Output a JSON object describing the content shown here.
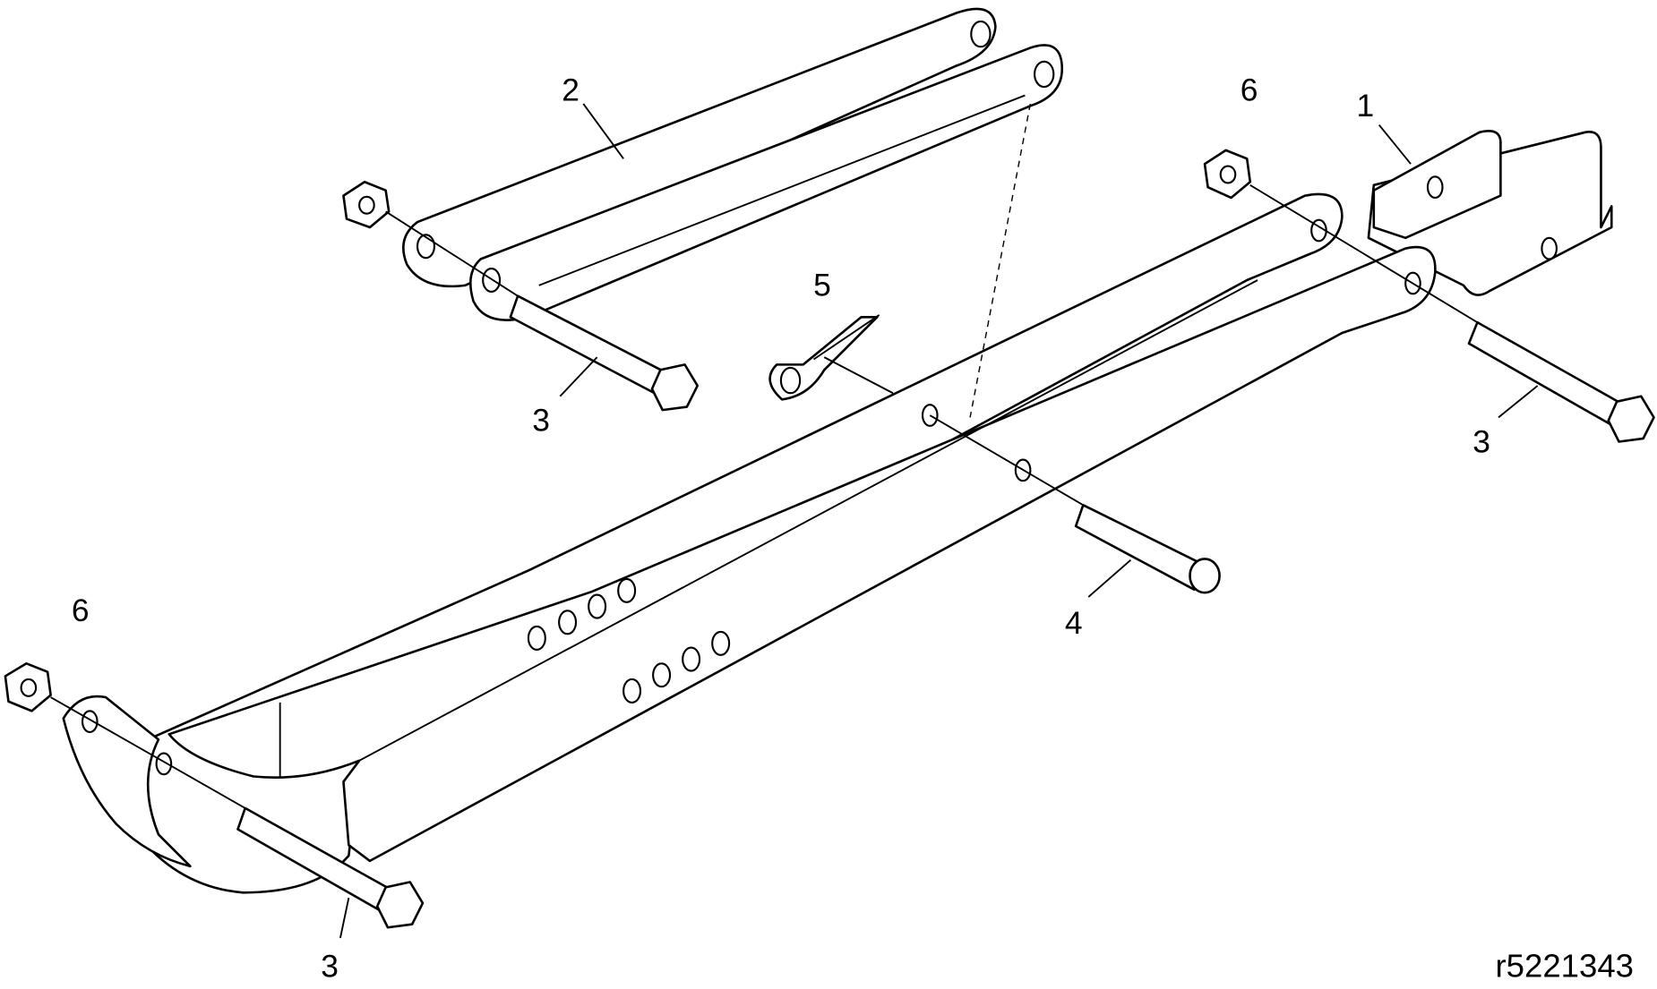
{
  "callouts": {
    "part_1": "1",
    "part_2": "2",
    "part_3_top": "3",
    "part_3_right": "3",
    "part_3_bottom": "3",
    "part_4": "4",
    "part_5": "5",
    "part_6_top": "6",
    "part_6_left": "6"
  },
  "reference_number": "r5221343"
}
